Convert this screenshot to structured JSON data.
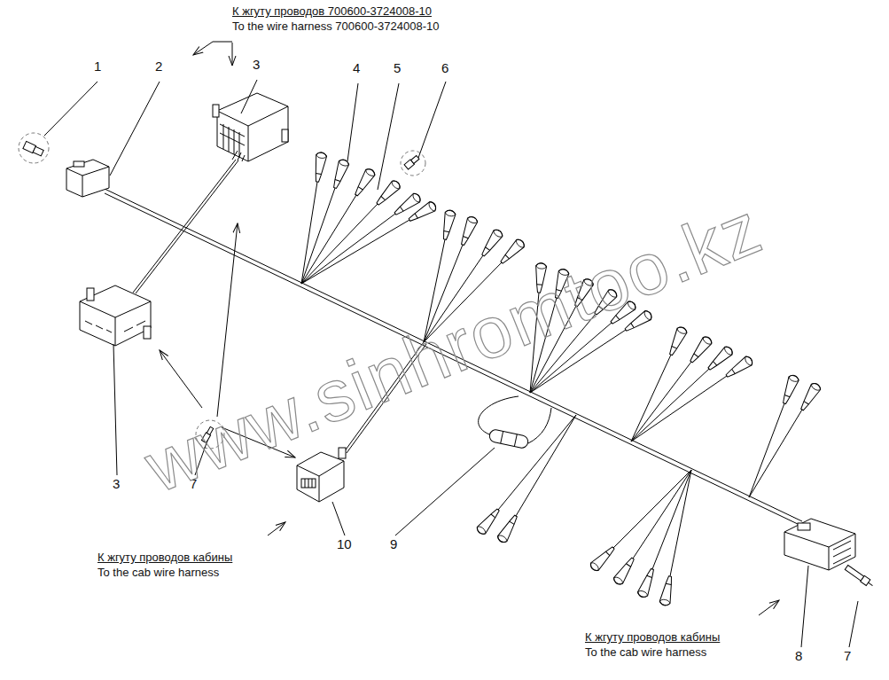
{
  "diagram": {
    "labels": [
      "К жгуту проводов 700600-3724008-10",
      "To the wire harness 700600-3724008-10",
      "1",
      "2",
      "3",
      "4",
      "5",
      "6",
      "3",
      "7",
      "10",
      "9",
      "К жгуту проводов кабины",
      "To the cab wire harness",
      "К жгуту проводов кабины",
      "To the cab wire harness",
      "8",
      "7",
      "www.sinhromtoo.kz"
    ]
  }
}
